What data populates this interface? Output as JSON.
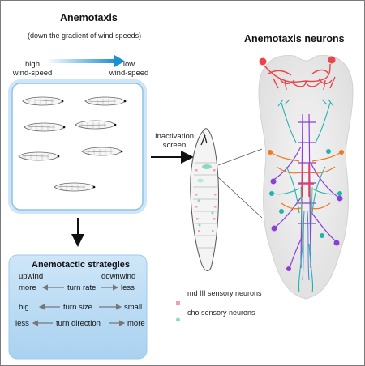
{
  "left_title": "Anemotaxis",
  "left_subtitle": "(down the gradient of wind speeds)",
  "gradient": {
    "high_label_1": "high",
    "high_label_2": "wind-speed",
    "low_label_1": "low",
    "low_label_2": "wind-speed",
    "color_start": "#ffffff",
    "color_end": "#1e8fd0"
  },
  "screen_label_1": "Inactivation",
  "screen_label_2": "screen",
  "right_title": "Anemotaxis neurons",
  "strategies": {
    "title": "Anemotactic strategies",
    "left_header": "upwind",
    "right_header": "downwind",
    "rows": [
      {
        "left": "more",
        "middle": "turn rate",
        "right": "less"
      },
      {
        "left": "big",
        "middle": "turn size",
        "right": "small"
      },
      {
        "left": "less",
        "middle": "turn direction",
        "right": "more"
      }
    ]
  },
  "legend": {
    "md_label": "md III sensory neurons",
    "cho_label": "cho sensory neurons",
    "md_color": "#f0a0b0",
    "cho_color": "#8fd8b8"
  },
  "colors": {
    "box_border": "#8cc4ea",
    "strat_bg": "#a9d2f0",
    "neuron_red": "#e8464a",
    "neuron_purple": "#8a3fd8",
    "neuron_teal": "#1fb3b0",
    "neuron_orange": "#f07a1c"
  }
}
